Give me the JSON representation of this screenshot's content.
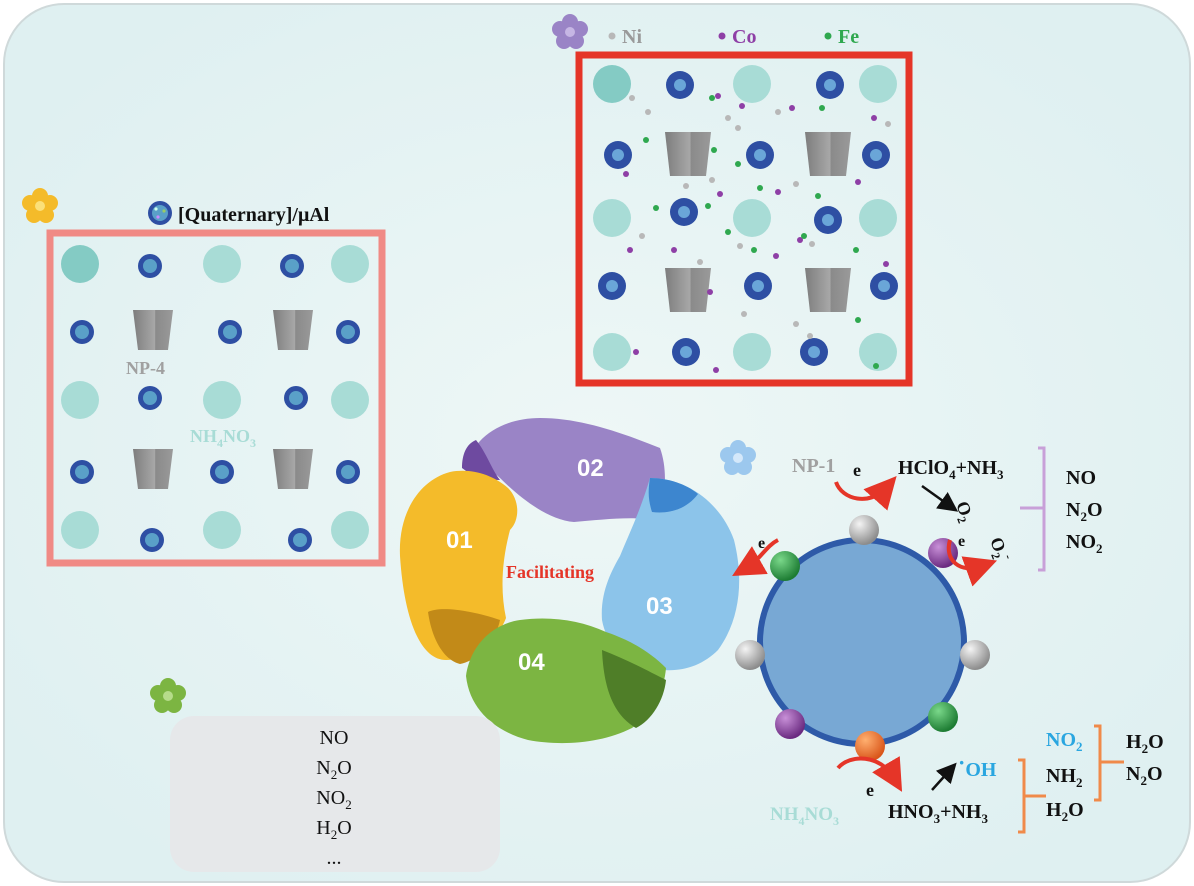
{
  "legend_right": {
    "ni": "Ni",
    "co": "Co",
    "fe": "Fe"
  },
  "legend_left": {
    "label": "[Quaternary]/μAl"
  },
  "left_panel": {
    "np_label": "NP-4",
    "nh_label": {
      "main": "NH",
      "sub1": "4",
      "mid": "NO",
      "sub2": "3"
    }
  },
  "cycle": {
    "p1": "01",
    "p2": "02",
    "p3": "03",
    "p4": "04",
    "center": "Facilitating"
  },
  "reaction_top": {
    "np_label": "NP-1",
    "e1": "e",
    "reagent": {
      "a": "HClO",
      "a_sub": "4",
      "b": "+NH",
      "b_sub": "3"
    },
    "e2": "e",
    "e3": "e",
    "o2_vert": "O",
    "o2_vert_sub": "2",
    "o2_minus": "O",
    "o2_minus_sub": "2",
    "o2_minus_sup": "-",
    "products": [
      {
        "main": "NO",
        "sub": ""
      },
      {
        "main": "N",
        "sub": "2",
        "tail": "O"
      },
      {
        "main": "NO",
        "sub": "2"
      }
    ]
  },
  "reaction_bottom": {
    "e": "e",
    "np_label": {
      "main": "NH",
      "sub1": "4",
      "mid": "NO",
      "sub2": "3"
    },
    "reagent": {
      "a": "HNO",
      "a_sub": "3",
      "b": "+NH",
      "b_sub": "3"
    },
    "oh": "OH",
    "oh_dot": "·",
    "mid_products": [
      {
        "main": "NO",
        "sub": "2"
      },
      {
        "main": "NH",
        "sub": "2"
      },
      {
        "main": "H",
        "sub": "2",
        "tail": "O"
      }
    ],
    "final_products": [
      {
        "main": "H",
        "sub": "2",
        "tail": "O"
      },
      {
        "main": "N",
        "sub": "2",
        "tail": "O"
      }
    ]
  },
  "gas_box": {
    "items": [
      {
        "main": "NO",
        "sub": "",
        "tail": ""
      },
      {
        "main": "N",
        "sub": "2",
        "tail": "O"
      },
      {
        "main": "NO",
        "sub": "2",
        "tail": ""
      },
      {
        "main": "H",
        "sub": "2",
        "tail": "O"
      },
      {
        "main": "...",
        "sub": "",
        "tail": ""
      }
    ]
  },
  "colors": {
    "ni": "#b8b8b8",
    "co": "#8e3fa6",
    "fe": "#2fa84f",
    "teal": "#a8dcd6",
    "blue": "#2e4fa3",
    "red": "#e53528",
    "pink": "#f08a85",
    "yellow": "#f4bb2a",
    "purple": "#9a84c6",
    "lightblue": "#8cc4ea",
    "green": "#7cb542"
  }
}
